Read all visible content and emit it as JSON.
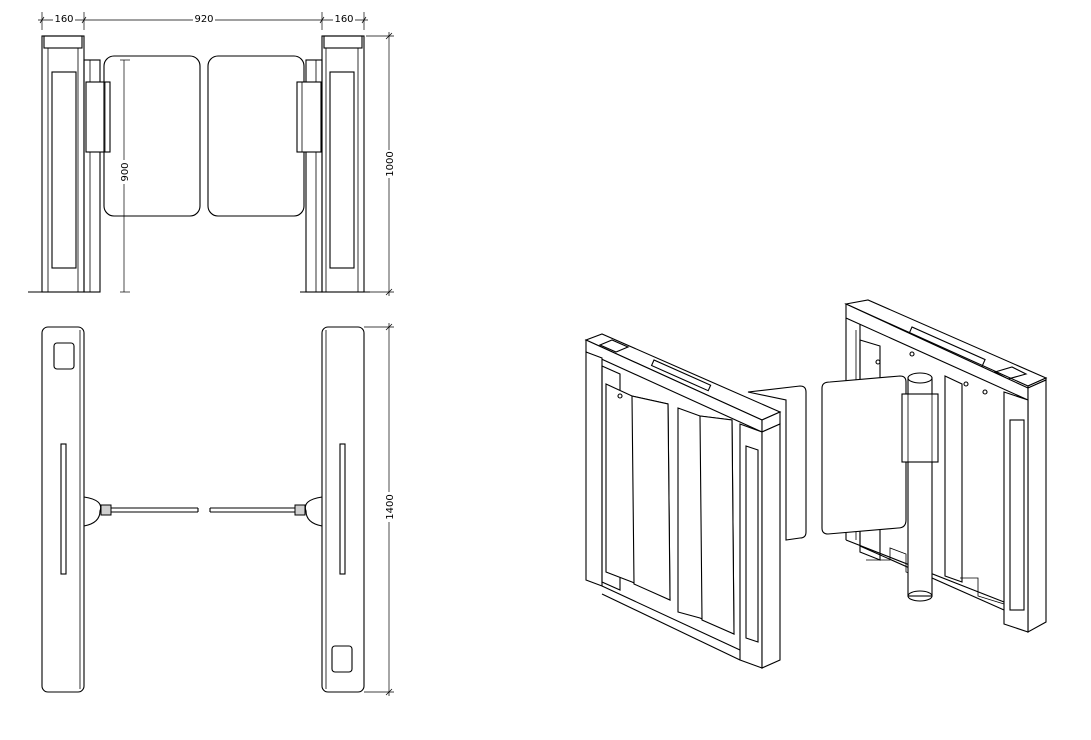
{
  "drawing": {
    "front_elevation": {
      "dim_left_width": "160",
      "dim_gap_width": "920",
      "dim_right_width": "160",
      "dim_flap_height": "900",
      "dim_total_height": "1000"
    },
    "top_plan": {
      "dim_length": "1400"
    },
    "isometric_view": {}
  }
}
